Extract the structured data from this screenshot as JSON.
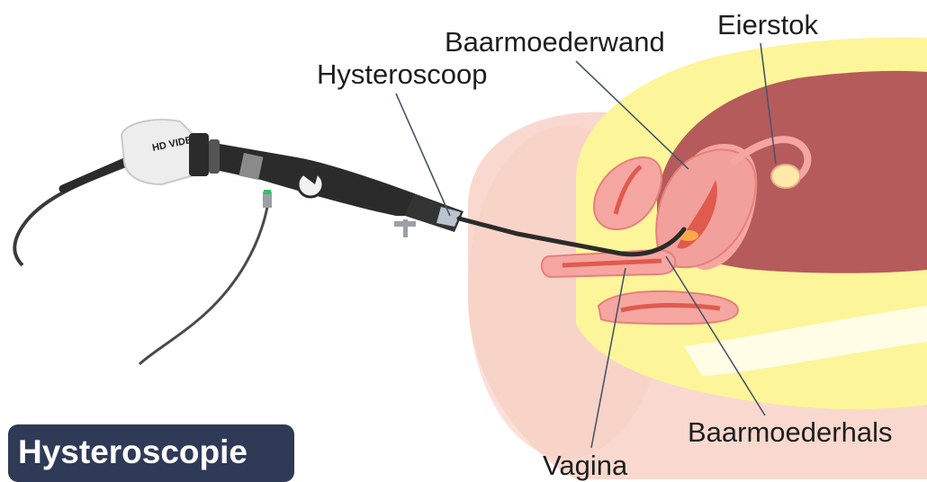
{
  "title": "Hysteroscopie",
  "labels": {
    "ovary": "Eierstok",
    "uterine_wall": "Baarmoederwand",
    "hysteroscope": "Hysteroscoop",
    "cervix": "Baarmoederhals",
    "vagina": "Vagina"
  },
  "camera_badge": "HD VIDEO",
  "colors": {
    "title_badge": "#2f3a57",
    "skin": "#f9d9cf",
    "fat_layer": "#fdf59a",
    "uterus": "#f6a6a1",
    "cavity": "#b55b5b",
    "scope": "#2b2b2b",
    "leader_lines": "#4a5568"
  }
}
